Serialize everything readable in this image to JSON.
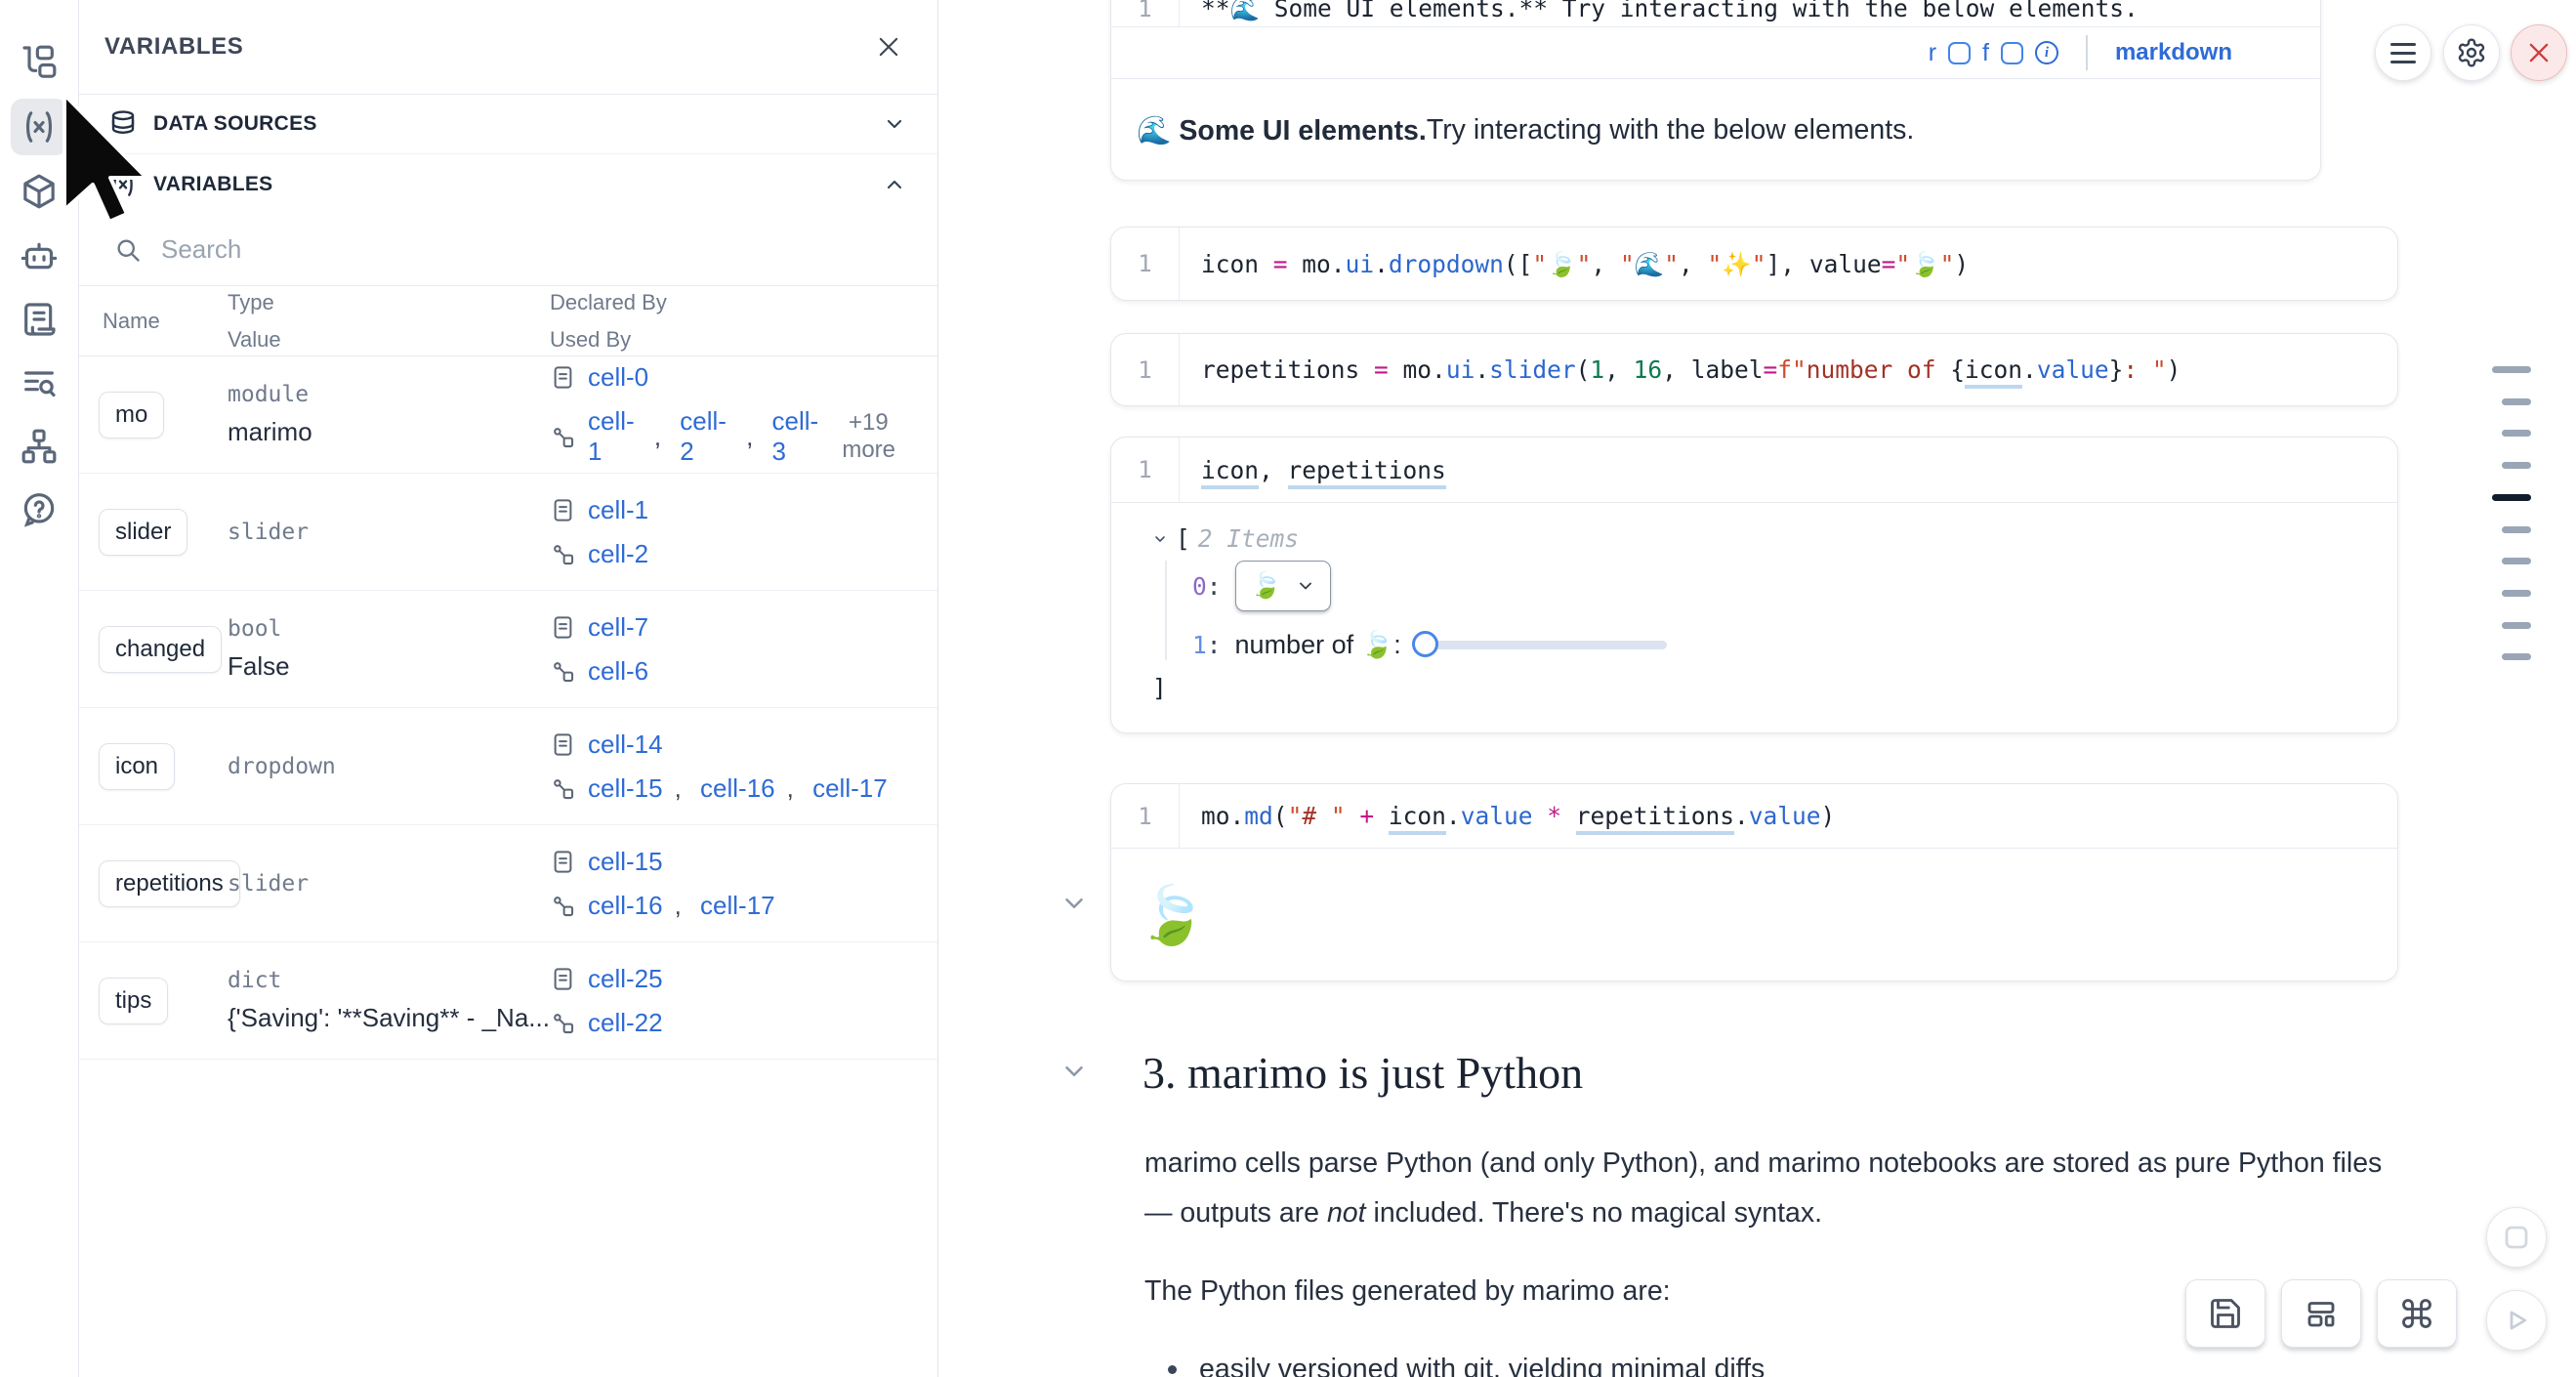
{
  "colors": {
    "accent_blue": "#2e6bd6",
    "link_blue": "#2e6bd6",
    "close_red": "#cf3d3d",
    "active_marker": "#111c2d",
    "marker": "#9aa6b6",
    "underline": "#bed7ee"
  },
  "activity_bar": {
    "icons": [
      {
        "name": "file-tree",
        "active": false
      },
      {
        "name": "variables",
        "active": true
      },
      {
        "name": "package",
        "active": false
      },
      {
        "name": "ai-bot",
        "active": false
      },
      {
        "name": "scroll-logs",
        "active": false
      },
      {
        "name": "search-logs",
        "active": false
      },
      {
        "name": "dependency-graph",
        "active": false
      },
      {
        "name": "help",
        "active": false
      }
    ]
  },
  "panel": {
    "title": "VARIABLES",
    "sections": {
      "data_sources": "DATA SOURCES",
      "variables": "VARIABLES"
    },
    "search_placeholder": "Search",
    "table": {
      "headers": {
        "name": "Name",
        "type": "Type",
        "value": "Value",
        "declared": "Declared By",
        "used": "Used By"
      },
      "rows": [
        {
          "name": "mo",
          "type": "module",
          "value": "marimo",
          "declared": [
            "cell-0"
          ],
          "used": [
            "cell-1",
            "cell-2",
            "cell-3"
          ],
          "used_more": "+19 more"
        },
        {
          "name": "slider",
          "type": "slider",
          "value": "",
          "declared": [
            "cell-1"
          ],
          "used": [
            "cell-2"
          ]
        },
        {
          "name": "changed",
          "type": "bool",
          "value": "False",
          "declared": [
            "cell-7"
          ],
          "used": [
            "cell-6"
          ]
        },
        {
          "name": "icon",
          "type": "dropdown",
          "value": "",
          "declared": [
            "cell-14"
          ],
          "used": [
            "cell-15",
            "cell-16",
            "cell-17"
          ]
        },
        {
          "name": "repetitions",
          "type": "slider",
          "value": "",
          "declared": [
            "cell-15"
          ],
          "used": [
            "cell-16",
            "cell-17"
          ]
        },
        {
          "name": "tips",
          "type": "dict",
          "value": "{'Saving': '**Saving** - _Na...",
          "declared": [
            "cell-25"
          ],
          "used": [
            "cell-22"
          ]
        }
      ]
    }
  },
  "notebook": {
    "top_cell": {
      "line_no": "1",
      "clipped_code": "**🌊 Some UI elements.** Try interacting with the below elements.",
      "toolbar": {
        "r": "r",
        "f": "f",
        "info": "i",
        "mode": "markdown"
      },
      "output": [
        {
          "t": "🌊 Some UI elements.",
          "b": true
        },
        {
          "t": " Try interacting with the below elements."
        }
      ]
    },
    "cells": [
      {
        "line_no": "1",
        "tokens": [
          {
            "t": "icon ",
            "c": "p"
          },
          {
            "t": "= ",
            "c": "op"
          },
          {
            "t": "mo",
            "c": "p"
          },
          {
            "t": ".",
            "c": "p"
          },
          {
            "t": "ui",
            "c": "at"
          },
          {
            "t": ".",
            "c": "p"
          },
          {
            "t": "dropdown",
            "c": "at"
          },
          {
            "t": "([",
            "c": "p"
          },
          {
            "t": "\"",
            "c": "q"
          },
          {
            "t": "🍃",
            "c": "e"
          },
          {
            "t": "\"",
            "c": "q"
          },
          {
            "t": ", ",
            "c": "p"
          },
          {
            "t": "\"",
            "c": "q"
          },
          {
            "t": "🌊",
            "c": "e"
          },
          {
            "t": "\"",
            "c": "q"
          },
          {
            "t": ", ",
            "c": "p"
          },
          {
            "t": "\"",
            "c": "q"
          },
          {
            "t": "✨",
            "c": "e"
          },
          {
            "t": "\"",
            "c": "q"
          },
          {
            "t": "], ",
            "c": "p"
          },
          {
            "t": "value",
            "c": "p"
          },
          {
            "t": "=",
            "c": "op"
          },
          {
            "t": "\"",
            "c": "q"
          },
          {
            "t": "🍃",
            "c": "e"
          },
          {
            "t": "\"",
            "c": "q"
          },
          {
            "t": ")",
            "c": "p"
          }
        ]
      },
      {
        "line_no": "1",
        "tokens": [
          {
            "t": "repetitions ",
            "c": "p"
          },
          {
            "t": "= ",
            "c": "op"
          },
          {
            "t": "mo",
            "c": "p"
          },
          {
            "t": ".",
            "c": "p"
          },
          {
            "t": "ui",
            "c": "at"
          },
          {
            "t": ".",
            "c": "p"
          },
          {
            "t": "slider",
            "c": "at"
          },
          {
            "t": "(",
            "c": "p"
          },
          {
            "t": "1",
            "c": "n"
          },
          {
            "t": ", ",
            "c": "p"
          },
          {
            "t": "16",
            "c": "n"
          },
          {
            "t": ", ",
            "c": "p"
          },
          {
            "t": "label",
            "c": "p"
          },
          {
            "t": "=",
            "c": "op"
          },
          {
            "t": "f",
            "c": "q"
          },
          {
            "t": "\"",
            "c": "q"
          },
          {
            "t": "number of ",
            "c": "s"
          },
          {
            "t": "{",
            "c": "p"
          },
          {
            "t": "icon",
            "c": "p u"
          },
          {
            "t": ".",
            "c": "p"
          },
          {
            "t": "value",
            "c": "at"
          },
          {
            "t": "}",
            "c": "p"
          },
          {
            "t": ": ",
            "c": "s"
          },
          {
            "t": "\"",
            "c": "q"
          },
          {
            "t": ")",
            "c": "p"
          }
        ]
      },
      {
        "line_no": "1",
        "tokens": [
          {
            "t": "icon",
            "c": "p u"
          },
          {
            "t": ", ",
            "c": "p"
          },
          {
            "t": "repetitions",
            "c": "p u"
          }
        ]
      },
      {
        "line_no": "1",
        "tokens": [
          {
            "t": "mo",
            "c": "p"
          },
          {
            "t": ".",
            "c": "p"
          },
          {
            "t": "md",
            "c": "at"
          },
          {
            "t": "(",
            "c": "p"
          },
          {
            "t": "\"",
            "c": "q"
          },
          {
            "t": "# ",
            "c": "s"
          },
          {
            "t": "\"",
            "c": "q"
          },
          {
            "t": " ",
            "c": "p"
          },
          {
            "t": "+",
            "c": "op"
          },
          {
            "t": " ",
            "c": "p"
          },
          {
            "t": "icon",
            "c": "p u"
          },
          {
            "t": ".",
            "c": "p"
          },
          {
            "t": "value",
            "c": "at"
          },
          {
            "t": " ",
            "c": "p"
          },
          {
            "t": "*",
            "c": "op"
          },
          {
            "t": " ",
            "c": "p"
          },
          {
            "t": "repetitions",
            "c": "p u"
          },
          {
            "t": ".",
            "c": "p"
          },
          {
            "t": "value",
            "c": "at"
          },
          {
            "t": ")",
            "c": "p"
          }
        ]
      }
    ],
    "output_tree": {
      "bracket_open": "[",
      "items_label": "2 Items",
      "index0": "0",
      "index1": "1",
      "colon": ":",
      "dropdown_value": "🍃",
      "slider_label": "number of 🍃: ",
      "bracket_close": "]"
    },
    "md_output": "🍃",
    "section3": {
      "heading": "3. marimo is just Python",
      "para1_line1": "marimo cells parse Python (and only Python), and marimo notebooks are stored as pure Python files",
      "para1_line2": [
        {
          "t": "— outputs are "
        },
        {
          "t": "not",
          "i": true
        },
        {
          "t": " included. There's no magical syntax."
        }
      ],
      "para2": "The Python files generated by marimo are:",
      "bullet1": "easily versioned with git, yielding minimal diffs"
    }
  },
  "window_controls": {
    "icons": [
      "menu",
      "settings",
      "close"
    ]
  },
  "minimap": {
    "count": 10,
    "active_index": 4
  },
  "bottom_controls": {
    "icons": [
      "scratchpad",
      "save",
      "layout",
      "keyboard-shortcuts",
      "run"
    ]
  }
}
